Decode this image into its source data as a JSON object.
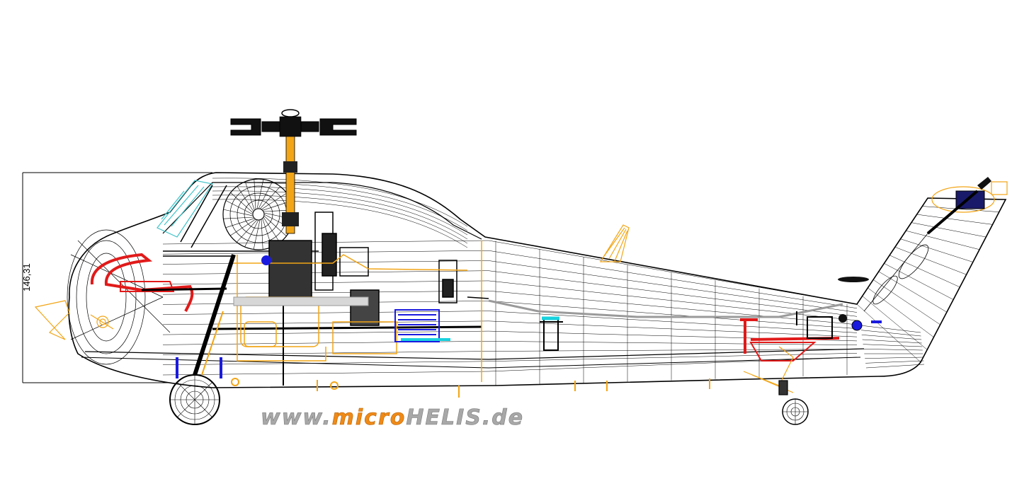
{
  "drawing": {
    "dimension_label": "146,31",
    "watermark": {
      "prefix": "www.",
      "highlight": "micro",
      "suffix": "HELIS.de"
    }
  },
  "colors": {
    "outline": "#000000",
    "frame": "#f2a516",
    "mast": "#f2a516",
    "battery": "#1a1adf",
    "exhaust": "#e11a1a",
    "canopy": "#41c3c9",
    "grey": "#9a9a9a",
    "cyan": "#18d1dd",
    "watermark_grey": "#a8a8a8",
    "watermark_orange": "#ef8a17"
  },
  "parts": [
    "main-rotor-head-icon",
    "mast-icon",
    "motor-fan-icon",
    "tail-rotor-icon",
    "main-wheel-icon",
    "tail-wheel-icon",
    "antenna-fin-icon"
  ]
}
